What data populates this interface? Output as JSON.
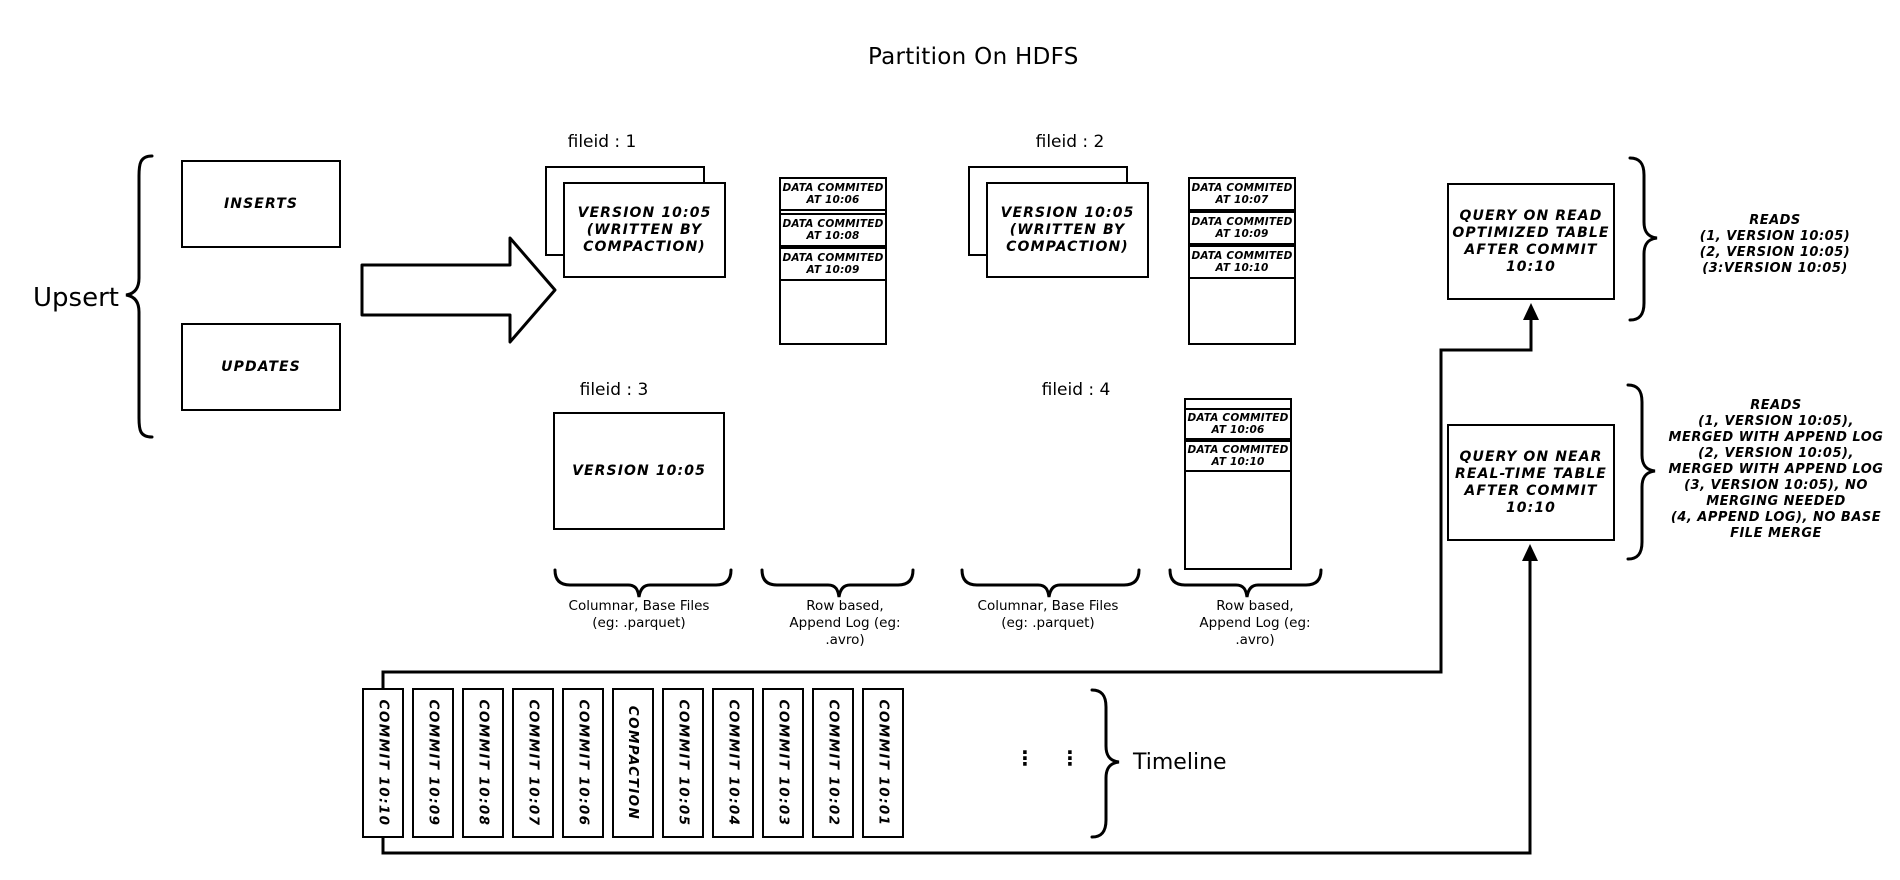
{
  "title": "Partition On HDFS",
  "upsert": {
    "label": "Upsert",
    "inserts": "INSERTS",
    "updates": "UPDATES"
  },
  "commit_arrow": {
    "label": "Commit 10:10"
  },
  "file_groups": [
    {
      "fileid_label": "fileid : 1",
      "base_file": "VERSION 10:05\n(WRITTEN BY\nCOMPACTION)",
      "stacked": true,
      "log_entries": [
        "DATA COMMITED\nAT 10:06",
        "DATA COMMITED\nAT 10:08",
        "DATA COMMITED\nAT 10:09"
      ]
    },
    {
      "fileid_label": "fileid : 2",
      "base_file": "VERSION 10:05\n(WRITTEN BY\nCOMPACTION)",
      "stacked": true,
      "log_entries": [
        "DATA COMMITED\nAT 10:07",
        "DATA COMMITED\nAT 10:09",
        "DATA COMMITED\nAT 10:10"
      ]
    },
    {
      "fileid_label": "fileid : 3",
      "base_file": "VERSION 10:05",
      "stacked": false,
      "log_entries": []
    },
    {
      "fileid_label": "fileid : 4",
      "base_file": "",
      "stacked": false,
      "log_entries": [
        "DATA COMMITED\nAT 10:06",
        "DATA COMMITED\nAT 10:10"
      ]
    }
  ],
  "captions": {
    "columnar": "Columnar, Base Files\n(eg: .parquet)",
    "rowbased": "Row based,\nAppend Log  (eg:\n.avro)"
  },
  "queries": [
    {
      "box": "QUERY ON READ\nOPTIMIZED TABLE\nAFTER COMMIT\n10:10",
      "reads": "READS\n(1, VERSION 10:05)\n(2, VERSION 10:05)\n(3:VERSION 10:05)"
    },
    {
      "box": "QUERY ON NEAR\nREAL-TIME TABLE\nAFTER COMMIT\n10:10",
      "reads": "READS\n(1, VERSION 10:05),\nMERGED WITH APPEND LOG\n(2, VERSION 10:05),\nMERGED WITH APPEND LOG\n(3, VERSION 10:05), NO\nMERGING NEEDED\n(4, APPEND LOG), NO BASE\nFILE MERGE"
    }
  ],
  "timeline": {
    "label": "Timeline",
    "commits": [
      "COMMIT  10:10",
      "COMMIT  10:09",
      "COMMIT  10:08",
      "COMMIT  10:07",
      "COMMIT  10:06",
      "COMPACTION",
      "COMMIT  10:05",
      "COMMIT  10:04",
      "COMMIT  10:03",
      "COMMIT  10:02",
      "COMMIT  10:01"
    ],
    "ellipsis": "⋮"
  },
  "colors": {
    "ink": "#000000",
    "paper": "#ffffff"
  }
}
